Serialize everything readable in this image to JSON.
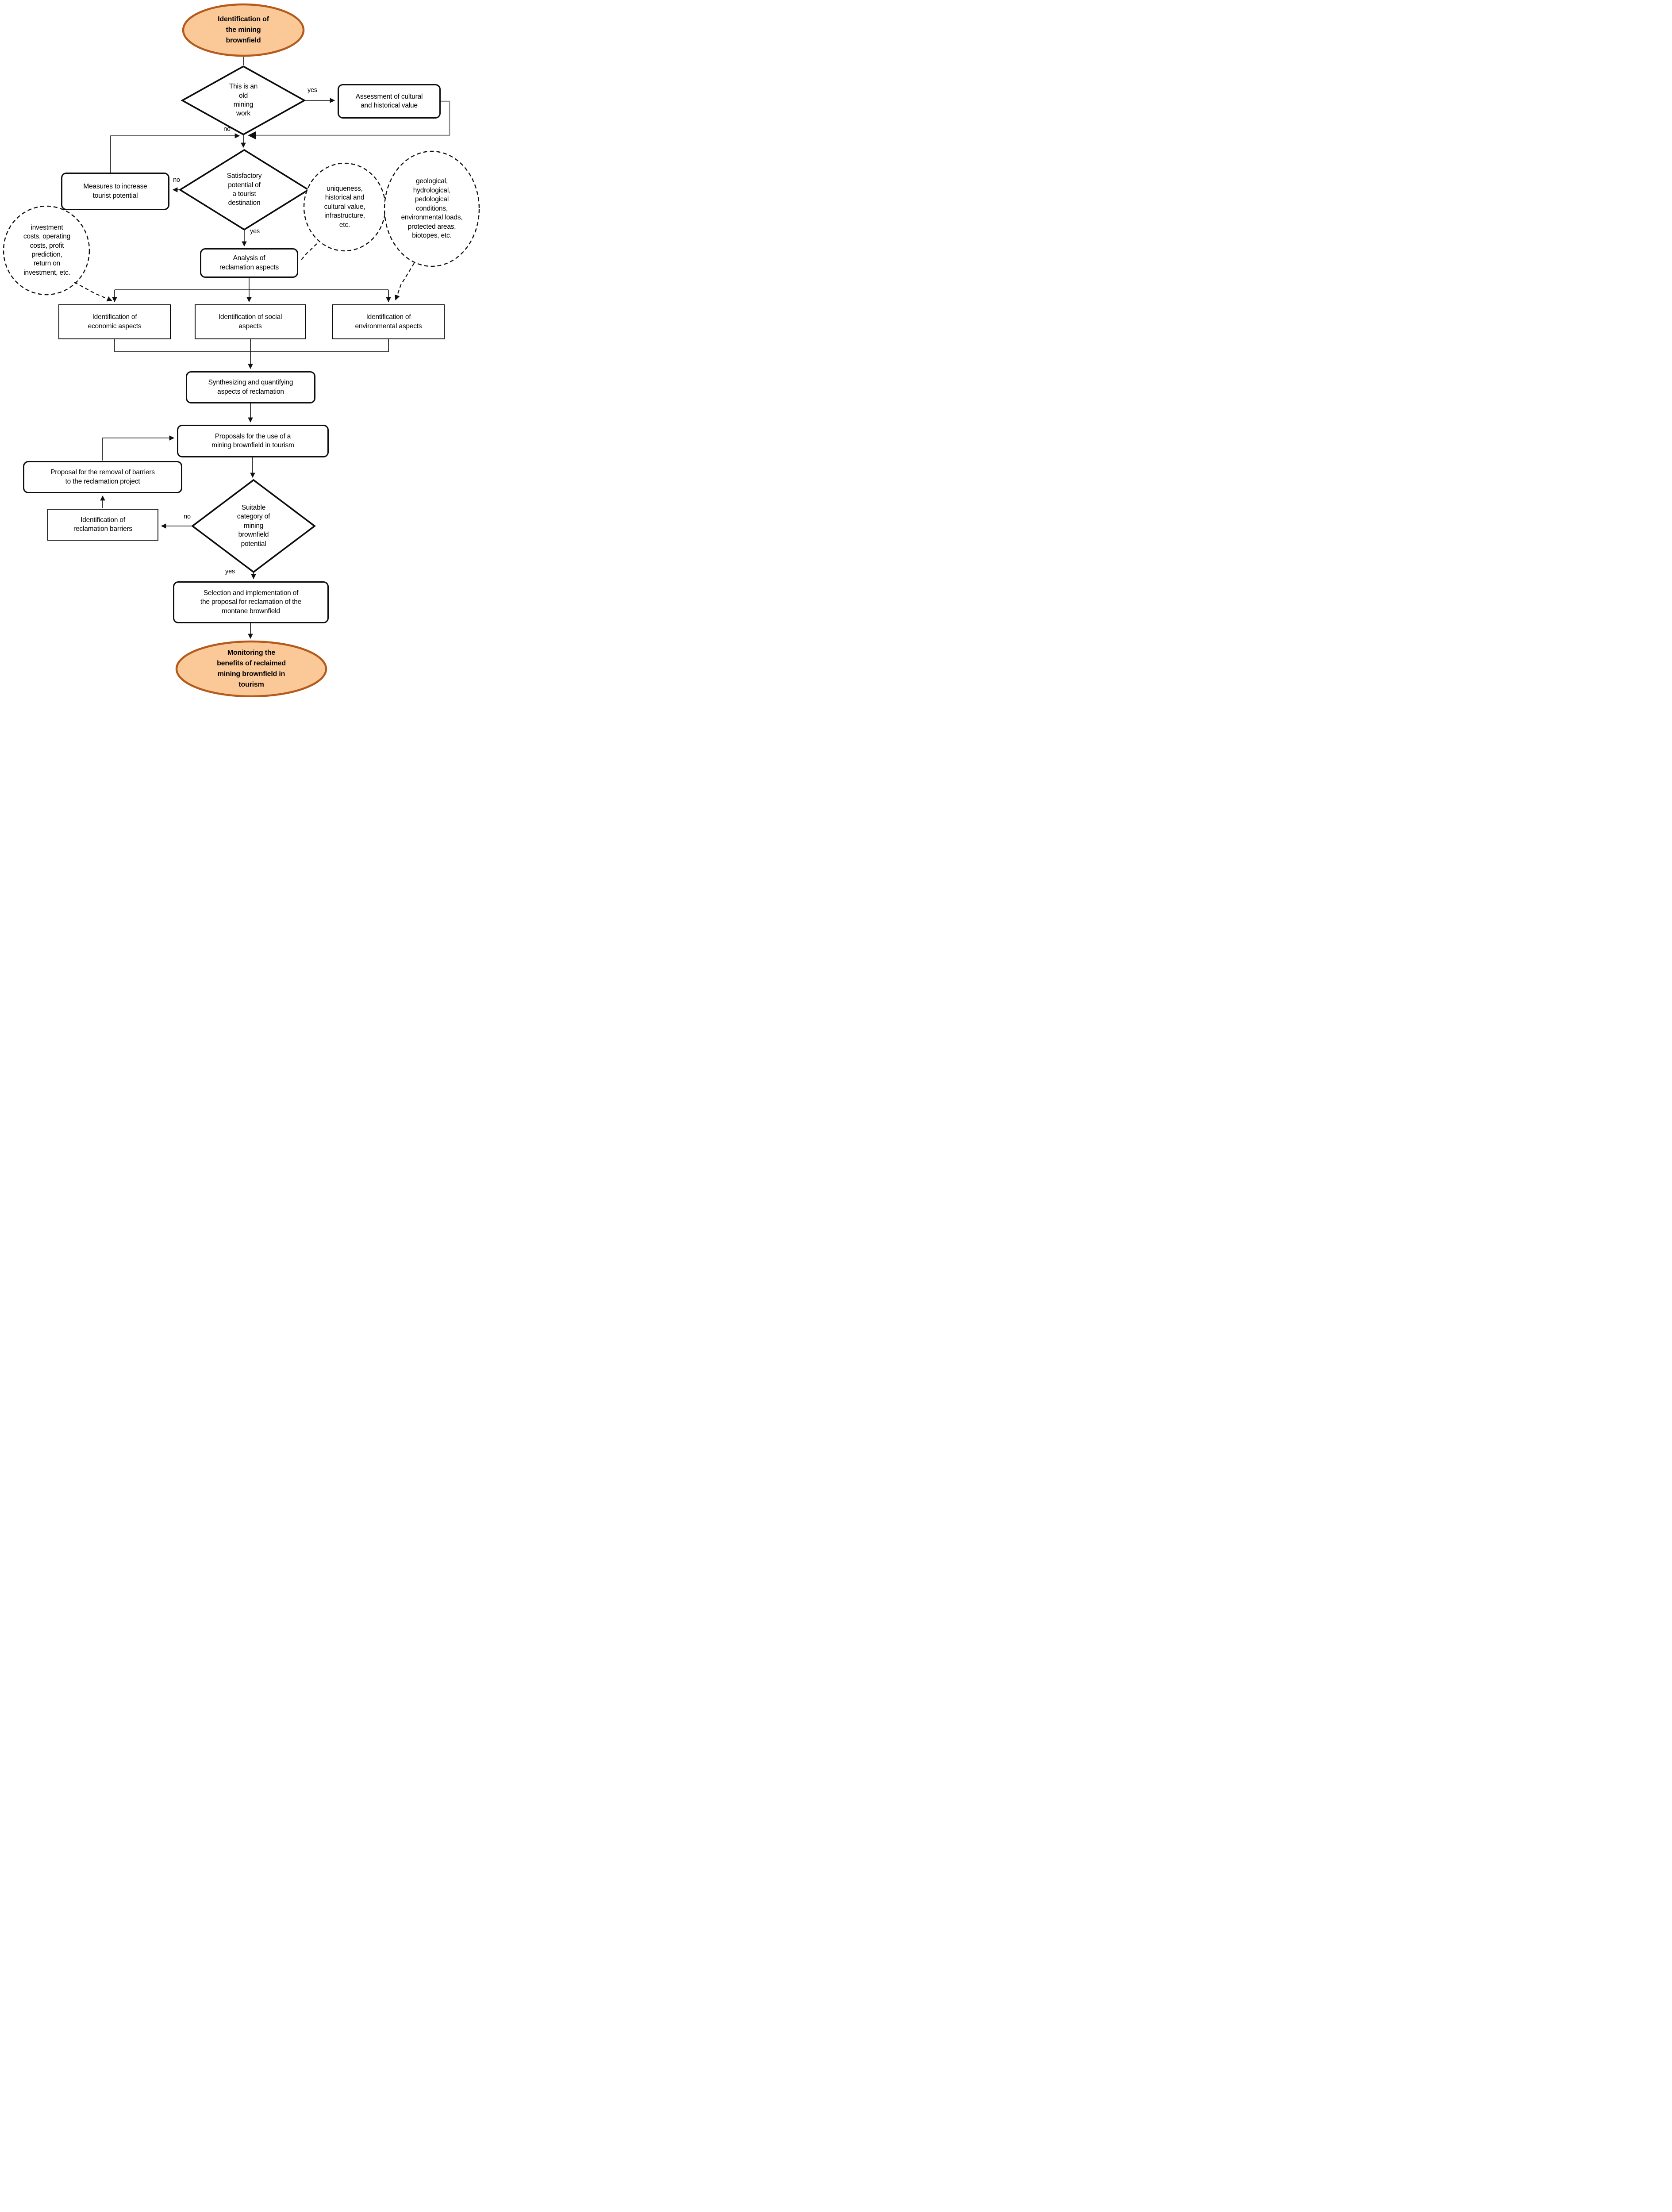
{
  "flowchart": {
    "colors": {
      "terminal_fill": "#FBC998",
      "terminal_border": "#B45A1B",
      "line_black": "#111111",
      "line_gray": "#8F8F8F"
    },
    "nodes": {
      "start": "Identification of\nthe mining\nbrownfield",
      "decision_old_mining": "This is an\nold\nmining\nwork",
      "assessment": "Assessment of cultural\nand historical value",
      "measures": "Measures to increase\ntourist potential",
      "decision_potential": "Satisfactory\npotential of\na tourist\ndestination",
      "analysis": "Analysis of\nreclamation aspects",
      "economic": "Identification of\neconomic aspects",
      "social": "Identification of social\naspects",
      "environmental": "Identification of\nenvironmental aspects",
      "synthesizing": "Synthesizing and quantifying\naspects of reclamation",
      "proposals": "Proposals for the use of a\nmining brownfield in tourism",
      "removal": "Proposal for the removal of barriers\nto the reclamation project",
      "barriers": "Identification of\nreclamation barriers",
      "decision_category": "Suitable\ncategory of\nmining\nbrownfield\npotential",
      "selection": "Selection and implementation of\nthe proposal for reclamation of the\nmontane brownfield",
      "end": "Monitoring the\nbenefits of reclaimed\nmining brownfield in\ntourism"
    },
    "callouts": {
      "economic": "investment\ncosts, operating\ncosts, profit\nprediction,\nreturn on\ninvestment, etc.",
      "tourist": "uniqueness,\nhistorical and\ncultural value,\ninfrastructure,\netc.",
      "environmental": "geological,\nhydrological,\npedological\nconditions,\nenvironmental loads,\nprotected areas,\nbiotopes, etc."
    },
    "edge_labels": {
      "yes_old_mining": "yes",
      "no_old_mining": "no",
      "no_potential": "no",
      "yes_potential": "yes",
      "no_category": "no",
      "yes_category": "yes"
    }
  }
}
